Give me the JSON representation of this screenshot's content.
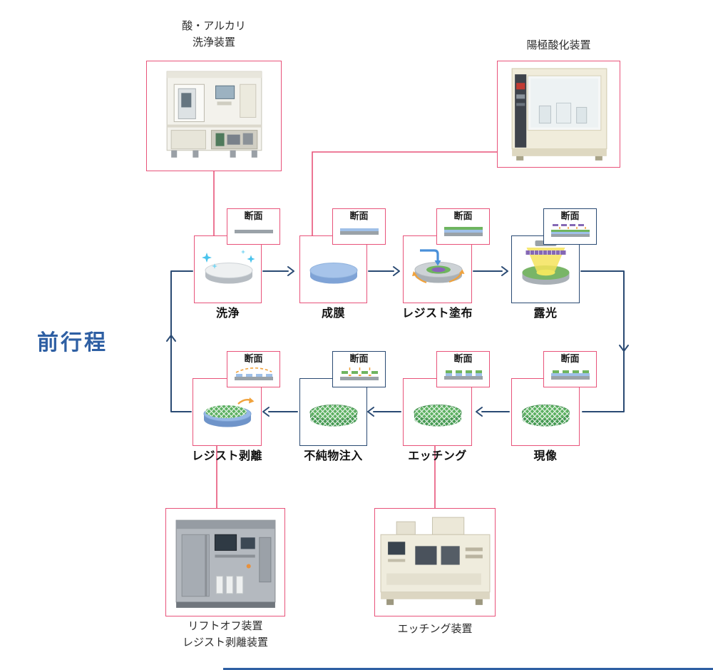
{
  "title": "前行程",
  "section_label": "断面",
  "equipment": {
    "cleaning": {
      "label_line1": "酸・アルカリ",
      "label_line2": "洗浄装置"
    },
    "anodizing": {
      "label": "陽極酸化装置"
    },
    "liftoff": {
      "label_line1": "リフトオフ装置",
      "label_line2": "レジスト剥離装置"
    },
    "etcher": {
      "label": "エッチング装置"
    }
  },
  "steps": {
    "row1": [
      {
        "label": "洗浄"
      },
      {
        "label": "成膜"
      },
      {
        "label": "レジスト塗布"
      },
      {
        "label": "露光"
      }
    ],
    "row2": [
      {
        "label": "現像"
      },
      {
        "label": "エッチング"
      },
      {
        "label": "不純物注入"
      },
      {
        "label": "レジスト剥離"
      }
    ]
  },
  "colors": {
    "accent_pink": "#e8537a",
    "flow_navy": "#2a4a73",
    "title_blue": "#2e5fa3",
    "wafer_green": "#5cb061",
    "film_blue": "#a5c3e8",
    "resist_purple": "#8a63b8",
    "highlight_orange": "#f0a23c"
  }
}
